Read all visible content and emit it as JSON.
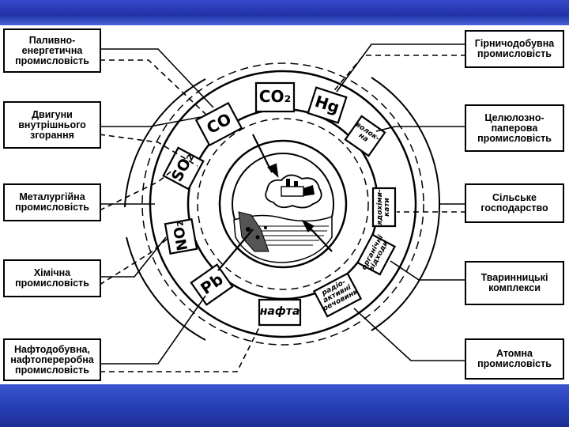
{
  "left_boxes": [
    {
      "key": "fuel",
      "text": "Паливно-\nенергетична\nпромисловість"
    },
    {
      "key": "engines",
      "text": "Двигуни\nвнутрішнього\nзгорання"
    },
    {
      "key": "metallurgy",
      "text": "Металургійна\nпромисловість"
    },
    {
      "key": "chemical",
      "text": "Хімічна\nпромисловість"
    },
    {
      "key": "oil",
      "text": "Нафтодобувна,\nнафтопереробна\nпромисловість"
    }
  ],
  "right_boxes": [
    {
      "key": "mining",
      "text": "Гірничодобувна\nпромисловість"
    },
    {
      "key": "paper",
      "text": "Целюлозно-\nпаперова\nпромисловість"
    },
    {
      "key": "agriculture",
      "text": "Сільське\nгосподарство"
    },
    {
      "key": "livestock",
      "text": "Тваринницькі\nкомплекси"
    },
    {
      "key": "nuclear",
      "text": "Атомна\nпромисловість"
    }
  ],
  "ring_labels": {
    "co": "CO",
    "co2": "CO₂",
    "hg": "Hg",
    "fibers": "волок-\nна",
    "so2": "SO₂",
    "toxic": "ядохіми-\nкати",
    "no2": "NO₂",
    "organic": "органічні\nвідходи",
    "pb": "Pb",
    "oil_label": "нафта",
    "radio": "радіо-\nактивні\nречовини"
  },
  "colors": {
    "band": "#2a3fb4",
    "line": "#000000",
    "paper": "#ffffff"
  }
}
